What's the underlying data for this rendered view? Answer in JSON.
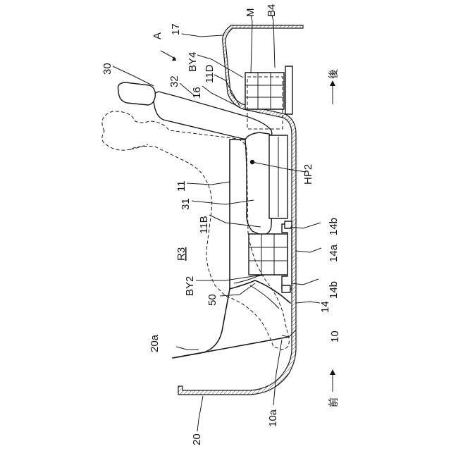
{
  "figure": {
    "labels": {
      "A": "A",
      "M": "M",
      "B4": "B4",
      "n17": "17",
      "BY4": "BY4",
      "n11D": "11D",
      "n30": "30",
      "n32": "32",
      "n16": "16",
      "HP2": "HP2",
      "n11": "11",
      "n31": "31",
      "n11B": "11B",
      "n14b_top": "14b",
      "R3": "R3",
      "n14a": "14a",
      "BY2": "BY2",
      "n14b_bottom": "14b",
      "n50": "50",
      "n14": "14",
      "n20a": "20a",
      "n10": "10",
      "n10a": "10a",
      "n20": "20"
    },
    "directions": {
      "rear": "後",
      "front": "前"
    }
  }
}
